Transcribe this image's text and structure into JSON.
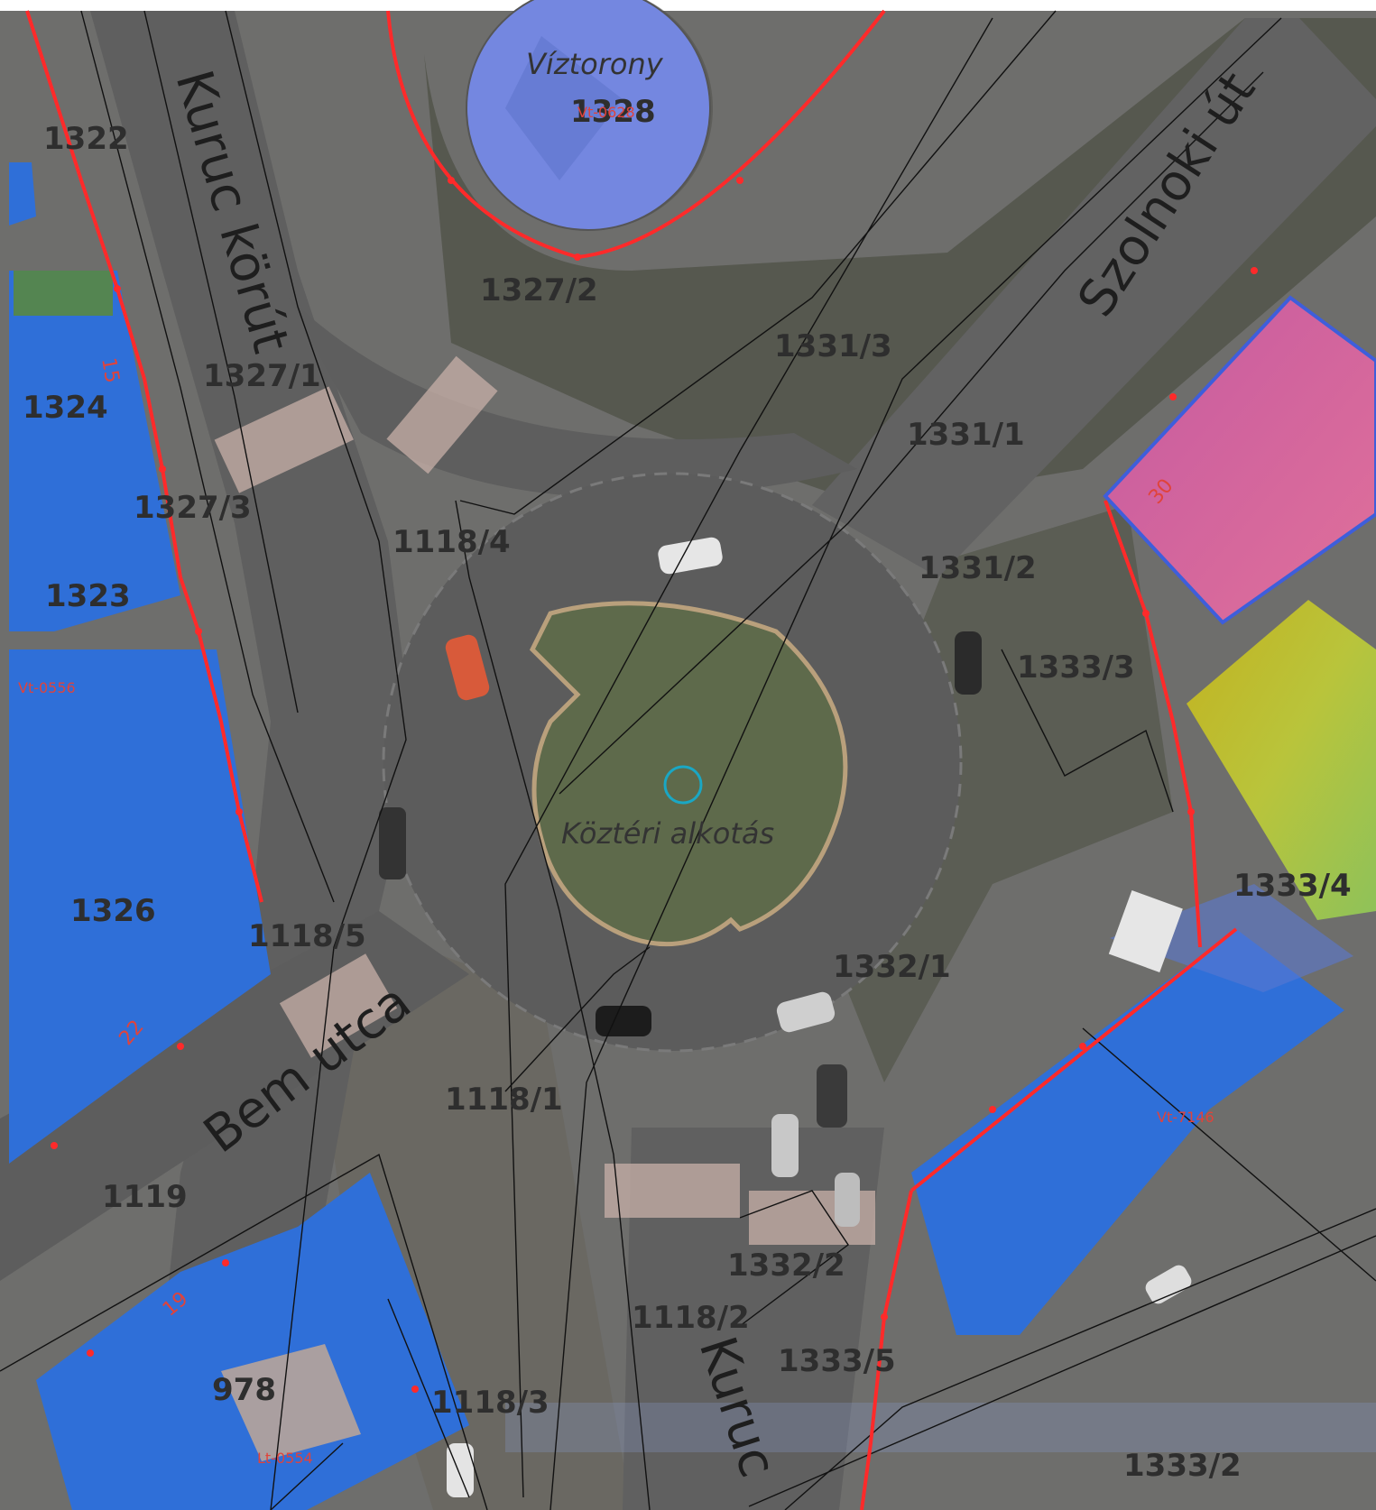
{
  "map": {
    "poi": {
      "water_tower": "Víztorony",
      "public_art": "Köztéri alkotás"
    },
    "streets": {
      "kuruc_korut": "Kuruc körút",
      "szolnoki_ut": "Szolnoki út",
      "bem_utca": "Bem utca",
      "kuruc": "Kuruc"
    },
    "parcels": {
      "p1322": "1322",
      "p1328": "1328",
      "p1327_2": "1327/2",
      "p1331_3": "1331/3",
      "p1327_1": "1327/1",
      "p1324": "1324",
      "p1331_1": "1331/1",
      "p1327_3": "1327/3",
      "p1118_4": "1118/4",
      "p1331_2": "1331/2",
      "p1323": "1323",
      "p1333_3": "1333/3",
      "p1326": "1326",
      "p1118_5": "1118/5",
      "p1333_4": "1333/4",
      "p1332_1": "1332/1",
      "p1118_1": "1118/1",
      "p1119": "1119",
      "p1332_2": "1332/2",
      "p1118_2": "1118/2",
      "p1333_5": "1333/5",
      "p978": "978",
      "p1118_3": "1118/3",
      "p1333_2": "1333/2"
    },
    "house_numbers": {
      "h15": "15",
      "h30": "30",
      "h22": "22",
      "h19": "19"
    },
    "codes": {
      "vt0556": "Vt-0556",
      "vt7146": "Vt-7146",
      "lt0554": "Lt-0554",
      "vt_tower": "Vt-0628"
    },
    "colors": {
      "building_blue": "#2f6fd8",
      "pink_building": "#d65c9a",
      "yellow_green_building": "#b8c23a",
      "boundary_red": "#ff2a2a",
      "road_gray": "#5f5f5f",
      "island_green": "#5e6a4b"
    }
  }
}
